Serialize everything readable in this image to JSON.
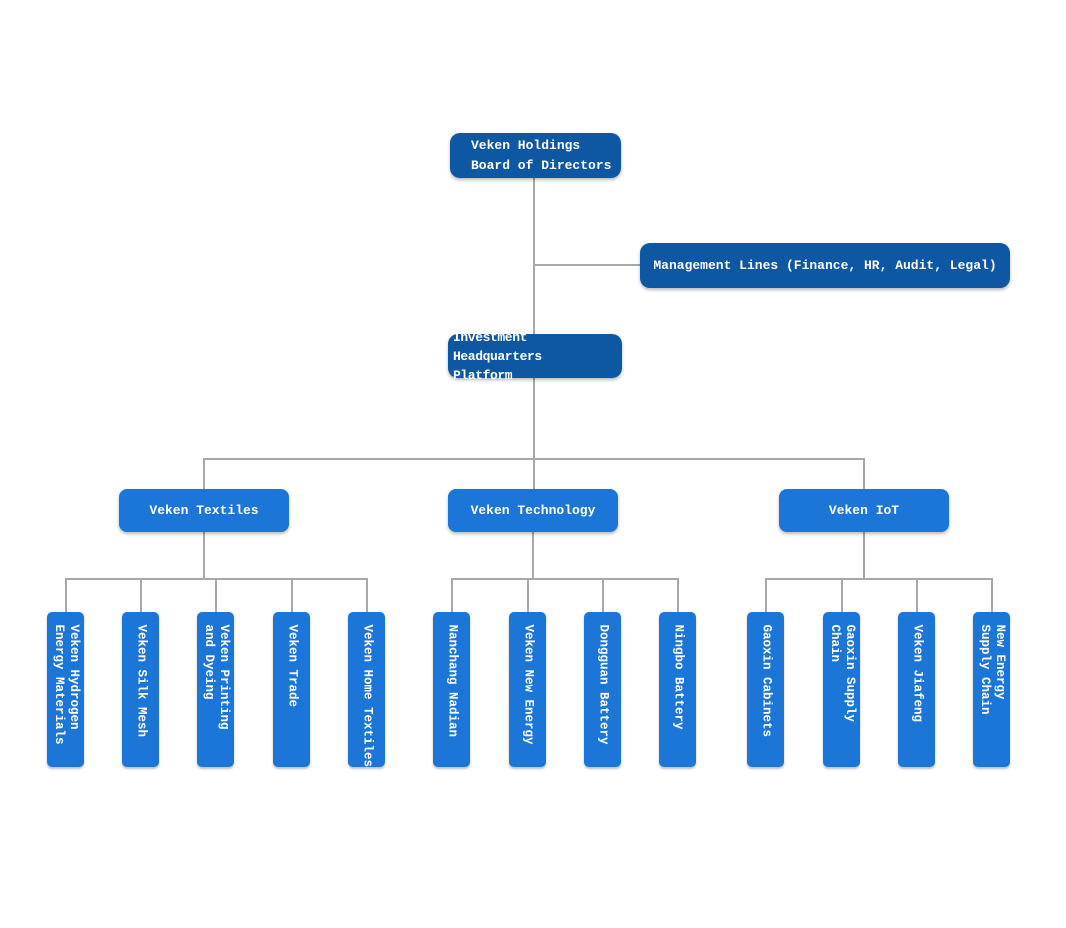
{
  "diagram": {
    "type": "org-chart",
    "company": "Veken Holdings",
    "colors": {
      "node_dark_blue": "#0d57a3",
      "node_bright_blue": "#1b76d8",
      "connector_gray": "#a8a8a8",
      "text_white": "#ffffff",
      "background": "#ffffff"
    },
    "nodes": {
      "root": {
        "label": "Veken Holdings\nBoard of Directors"
      },
      "management": {
        "label": "Management Lines (Finance, HR, Audit, Legal)"
      },
      "investment": {
        "label": "Investment Headquarters\nPlatform"
      },
      "divisions": [
        {
          "label": "Veken Textiles",
          "children": [
            {
              "label": "Veken Hydrogen\nEnergy Materials"
            },
            {
              "label": "Veken Silk Mesh"
            },
            {
              "label": "Veken Printing\nand Dyeing"
            },
            {
              "label": "Veken Trade"
            },
            {
              "label": "Veken Home Textiles"
            }
          ]
        },
        {
          "label": "Veken Technology",
          "children": [
            {
              "label": "Nanchang Nadian"
            },
            {
              "label": "Veken New Energy"
            },
            {
              "label": "Dongguan Battery"
            },
            {
              "label": "Ningbo Battery"
            }
          ]
        },
        {
          "label": "Veken IoT",
          "children": [
            {
              "label": "Gaoxin Cabinets"
            },
            {
              "label": "Gaoxin Supply\nChain"
            },
            {
              "label": "Veken Jiafeng"
            },
            {
              "label": "New Energy\nSupply Chain"
            }
          ]
        }
      ]
    }
  }
}
